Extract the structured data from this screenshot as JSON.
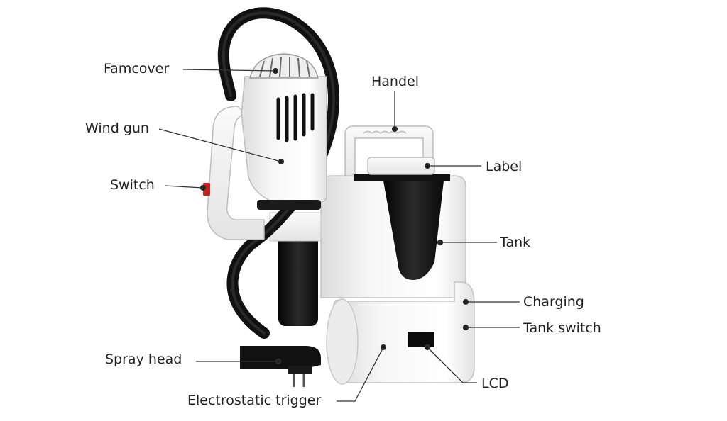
{
  "labels": {
    "famcover": "Famcover",
    "wind_gun": "Wind gun",
    "switch": "Switch",
    "spray_head": "Spray head",
    "electrostatic_trigger": "Electrostatic trigger",
    "handel": "Handel",
    "label": "Label",
    "tank": "Tank",
    "charging": "Charging",
    "tank_switch": "Tank switch",
    "lcd": "LCD"
  },
  "colors": {
    "body": "#f2f2f2",
    "hose": "#151515",
    "text": "#222222",
    "line": "#333333"
  }
}
